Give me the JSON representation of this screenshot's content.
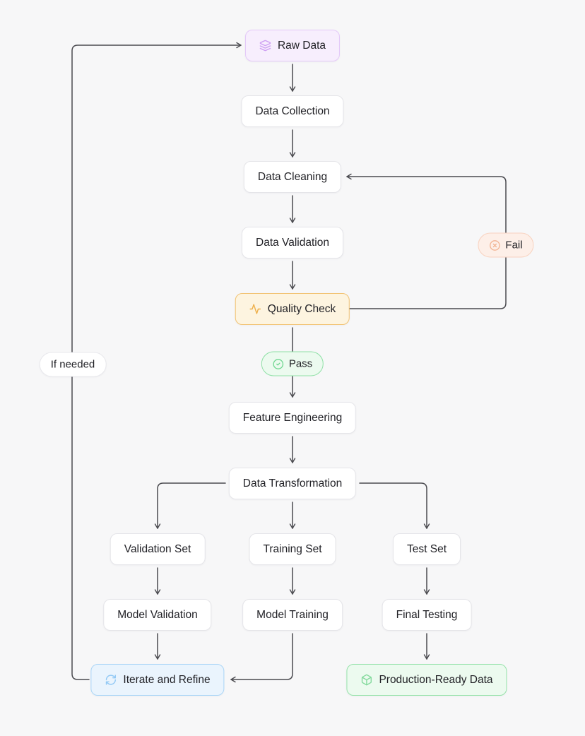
{
  "diagram": {
    "title_semantic": "ML data pipeline flowchart",
    "colors": {
      "background": "#f7f7f8",
      "wire": "#4a4a4f",
      "node_border": "#e5e5e9",
      "purple_bg": "#f7eefd",
      "purple_border": "#e4c9f8",
      "purple_icon": "#cfa0f3",
      "orange_bg": "#fdf4e0",
      "orange_border": "#f2c373",
      "orange_icon": "#eeb04b",
      "green_bg": "#ecfaef",
      "green_border": "#97e3ab",
      "green_icon": "#6fd690",
      "red_bg": "#fdefe8",
      "red_border": "#f8d2bf",
      "red_icon": "#f2b493",
      "blue_bg": "#eaf4fd",
      "blue_border": "#abd6f7",
      "blue_icon": "#92c9f5"
    },
    "nodes": {
      "raw_data": {
        "label": "Raw Data",
        "icon": "layers-icon"
      },
      "data_collection": {
        "label": "Data Collection"
      },
      "data_cleaning": {
        "label": "Data Cleaning"
      },
      "data_validation": {
        "label": "Data Validation"
      },
      "quality_check": {
        "label": "Quality Check",
        "icon": "activity-icon"
      },
      "feature_engineering": {
        "label": "Feature Engineering"
      },
      "data_transformation": {
        "label": "Data Transformation"
      },
      "validation_set": {
        "label": "Validation Set"
      },
      "training_set": {
        "label": "Training Set"
      },
      "test_set": {
        "label": "Test Set"
      },
      "model_validation": {
        "label": "Model Validation"
      },
      "model_training": {
        "label": "Model Training"
      },
      "final_testing": {
        "label": "Final Testing"
      },
      "iterate_refine": {
        "label": "Iterate and Refine",
        "icon": "refresh-icon"
      },
      "production_ready": {
        "label": "Production-Ready Data",
        "icon": "box-icon"
      }
    },
    "labels": {
      "pass": {
        "label": "Pass",
        "icon": "check-circle-icon"
      },
      "fail": {
        "label": "Fail",
        "icon": "x-circle-icon"
      },
      "if_needed": {
        "label": "If needed"
      }
    },
    "edges": [
      {
        "from": "Raw Data",
        "to": "Data Collection"
      },
      {
        "from": "Data Collection",
        "to": "Data Cleaning"
      },
      {
        "from": "Data Cleaning",
        "to": "Data Validation"
      },
      {
        "from": "Data Validation",
        "to": "Quality Check"
      },
      {
        "from": "Quality Check",
        "to": "Feature Engineering",
        "label": "Pass"
      },
      {
        "from": "Quality Check",
        "to": "Data Cleaning",
        "label": "Fail"
      },
      {
        "from": "Feature Engineering",
        "to": "Data Transformation"
      },
      {
        "from": "Data Transformation",
        "to": "Validation Set"
      },
      {
        "from": "Data Transformation",
        "to": "Training Set"
      },
      {
        "from": "Data Transformation",
        "to": "Test Set"
      },
      {
        "from": "Validation Set",
        "to": "Model Validation"
      },
      {
        "from": "Training Set",
        "to": "Model Training"
      },
      {
        "from": "Test Set",
        "to": "Final Testing"
      },
      {
        "from": "Model Validation",
        "to": "Iterate and Refine"
      },
      {
        "from": "Model Training",
        "to": "Iterate and Refine"
      },
      {
        "from": "Final Testing",
        "to": "Production-Ready Data"
      },
      {
        "from": "Iterate and Refine",
        "to": "Raw Data",
        "label": "If needed"
      }
    ]
  }
}
